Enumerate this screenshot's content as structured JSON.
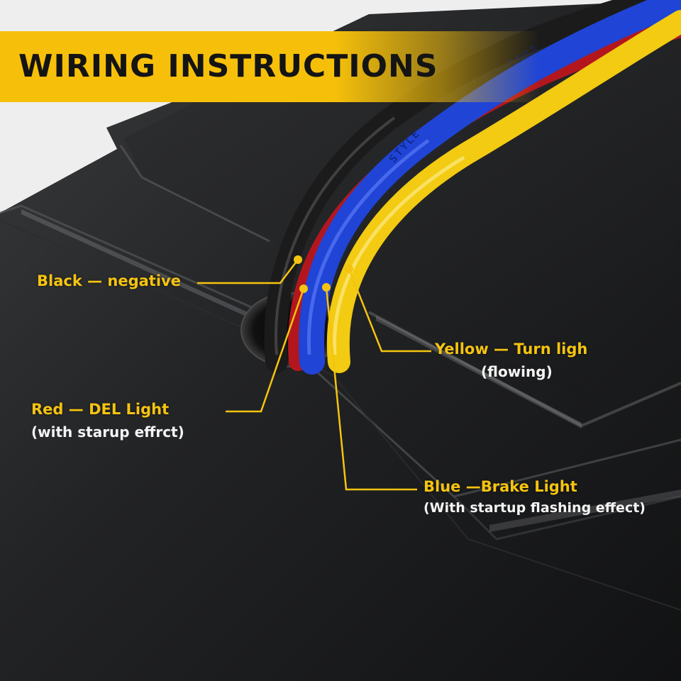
{
  "banner": {
    "title": "WIRING INSTRUCTIONS"
  },
  "wire_printing": {
    "style": "STYLE",
    "code": "1007"
  },
  "labels": {
    "black": {
      "title": "Black — negative"
    },
    "red": {
      "title": "Red — DEL Light",
      "note": "(with starup effrct)"
    },
    "yellow": {
      "title": "Yellow — Turn ligh",
      "note": "(flowing)"
    },
    "blue": {
      "title": "Blue —Brake Light",
      "note": "(With startup flashing effect)"
    }
  },
  "colors": {
    "accent": "#f6c00a",
    "wire_black": "#1b1b1b",
    "wire_red": "#b3171d",
    "wire_blue": "#1f44d6",
    "wire_yellow": "#f2cb12",
    "housing": "#232425"
  }
}
